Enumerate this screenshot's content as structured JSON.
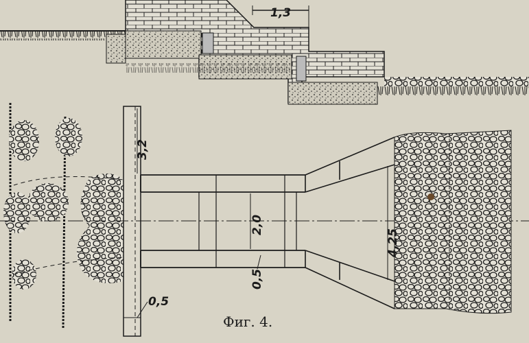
{
  "figure": {
    "caption": "Фиг. 4.",
    "dimensions": {
      "step_width": "1,3",
      "wall_length": "3,2",
      "channel_width": "2,0",
      "outlet_width": "4,25",
      "wall_thickness": "0,5",
      "side_thickness": "0,5"
    }
  },
  "colors": {
    "paper": "#d8d4c6",
    "ink": "#1b1b1b"
  }
}
